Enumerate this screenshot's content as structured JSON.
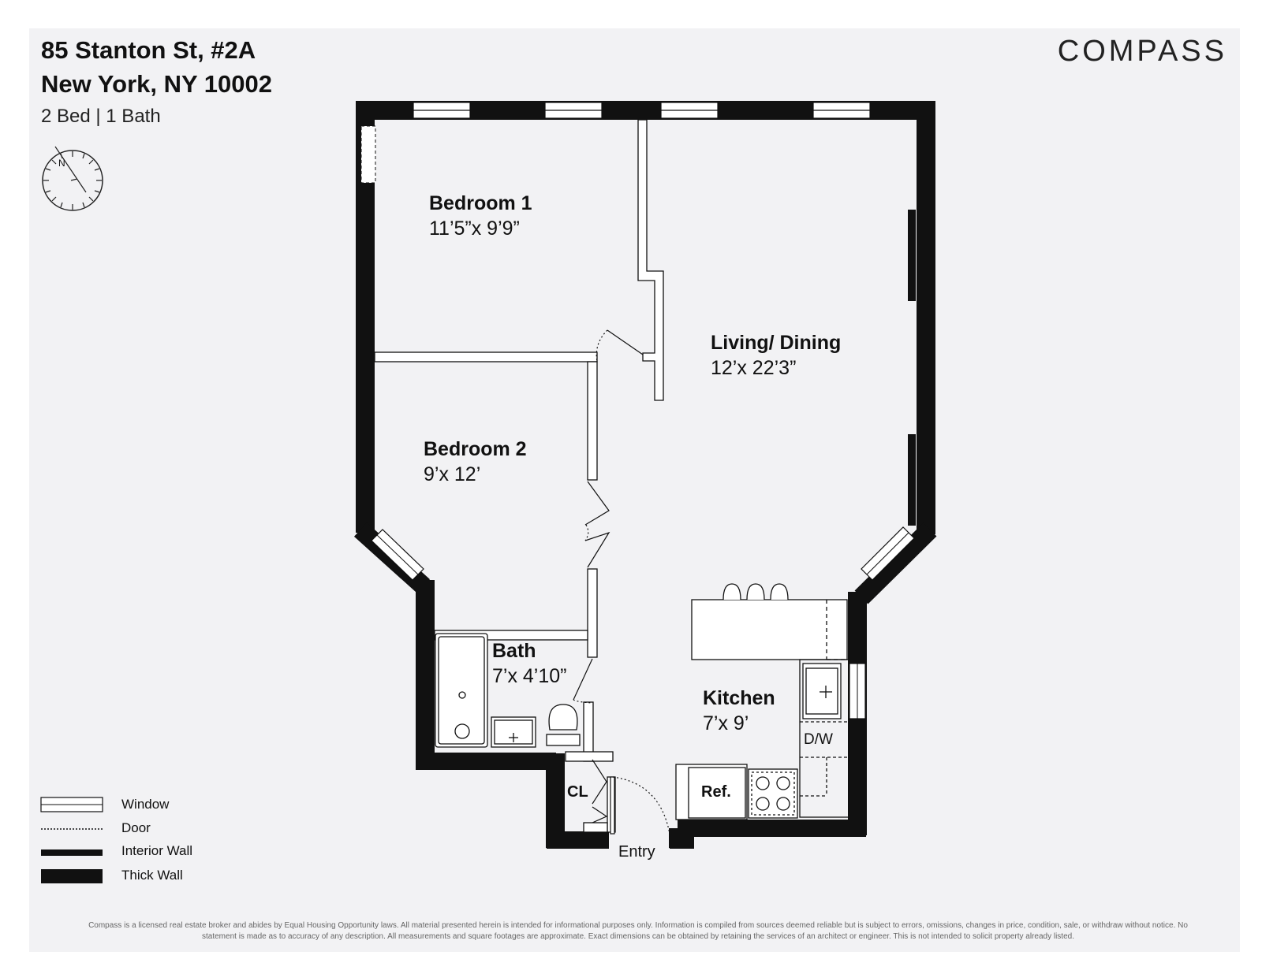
{
  "header": {
    "address_line1": "85 Stanton St, #2A",
    "address_line2": "New York, NY 10002",
    "summary": "2 Bed | 1 Bath"
  },
  "brand": {
    "logo_text": "COMPASS"
  },
  "compass_rose": {
    "north_label": "N"
  },
  "rooms": {
    "bedroom1": {
      "name": "Bedroom 1",
      "dims": "11’5”x 9’9”"
    },
    "bedroom2": {
      "name": "Bedroom 2",
      "dims": "9’x 12’"
    },
    "living": {
      "name": "Living/ Dining",
      "dims": "12’x 22’3”"
    },
    "bath": {
      "name": "Bath",
      "dims": "7’x 4’10”"
    },
    "kitchen": {
      "name": "Kitchen",
      "dims": "7’x 9’"
    }
  },
  "fixtures": {
    "closet": "CL",
    "refrigerator": "Ref.",
    "dishwasher": "D/W",
    "entry": "Entry"
  },
  "legend": {
    "window": "Window",
    "door": "Door",
    "interior_wall": "Interior Wall",
    "thick_wall": "Thick Wall"
  },
  "disclaimer": "Compass is a licensed real estate broker and abides by Equal Housing Opportunity laws. All material presented herein is intended for informational purposes only. Information is compiled from sources deemed reliable but is subject to errors, omissions, changes in price, condition, sale, or withdraw without notice. No statement is made as to accuracy of any description. All measurements and square footages are approximate. Exact dimensions can be obtained by retaining the services of an architect or engineer. This is not intended to solicit property already listed.",
  "colors": {
    "wall": "#111111",
    "sheet_bg": "#f2f2f4",
    "window": "#ffffff"
  }
}
